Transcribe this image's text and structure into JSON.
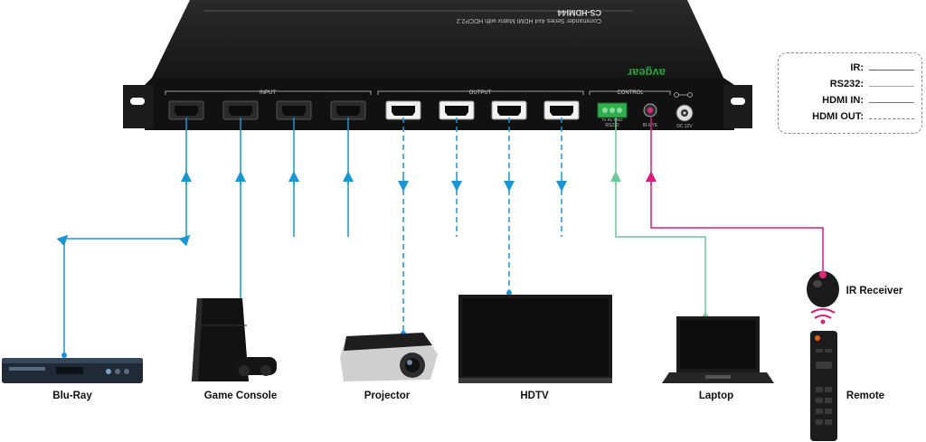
{
  "device": {
    "model": "CS-HDMI44",
    "subtitle": "Commander Series 4x4 HDMI Matrix with HDCP2.2",
    "brand": "avgear",
    "section_input": "INPUT",
    "section_output": "OUTPUT",
    "section_control": "CONTROL",
    "rs232_label": "RS232",
    "rs232_pins": "Tx Rx GND",
    "ir_eye_label": "IR EYE",
    "dc_label": "DC 12V"
  },
  "devices": {
    "bluray": "Blu-Ray",
    "game_console": "Game Console",
    "projector": "Projector",
    "hdtv": "HDTV",
    "laptop": "Laptop",
    "ir_receiver": "IR Receiver",
    "remote": "Remote"
  },
  "legend": {
    "ir": "IR:",
    "rs232": "RS232:",
    "hdmi_in": "HDMI IN:",
    "hdmi_out": "HDMI OUT:"
  },
  "colors": {
    "ir": "#d81b7f",
    "rs232": "#6cc99a",
    "hdmi": "#1996d3",
    "chassis": "#1a1a1a",
    "brand": "#2e9e3e"
  }
}
